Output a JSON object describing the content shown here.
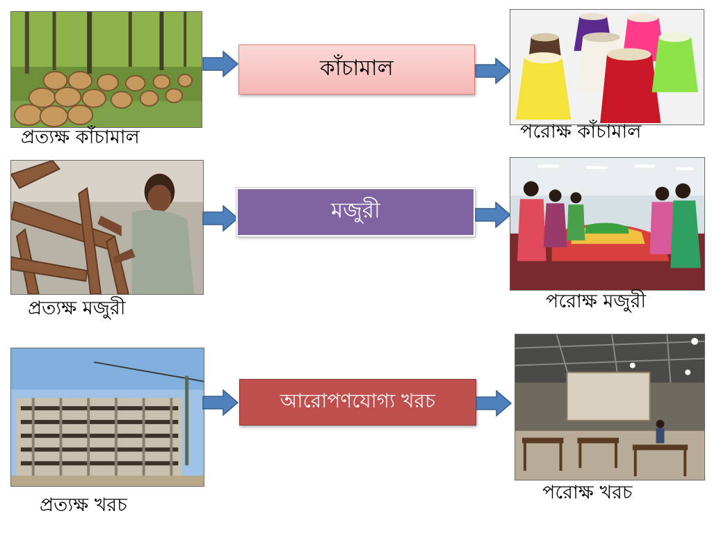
{
  "rows": [
    {
      "center_label": "কাঁচামাল",
      "direct_caption": "প্রত্যক্ষ কাঁচামাল",
      "indirect_caption": "পরোক্ষ কাঁচামাল",
      "direct_image": "timber-logs-photo",
      "indirect_image": "thread-spools-photo"
    },
    {
      "center_label": "মজুরী",
      "direct_caption": "প্রত্যক্ষ মজুরী",
      "indirect_caption": "পরোক্ষ মজুরী",
      "direct_image": "carpenter-working-photo",
      "indirect_image": "garment-workers-photo"
    },
    {
      "center_label": "আরোপণযোগ্য খরচ",
      "direct_caption": "প্রত্যক্ষ খরচ",
      "indirect_caption": "পরোক্ষ খরচ",
      "direct_image": "building-construction-photo",
      "indirect_image": "factory-floor-photo"
    }
  ],
  "colors": {
    "box_materials_fill": "#f8c9c7",
    "box_materials_border": "#e07a76",
    "box_labor_fill": "#8064a2",
    "box_overhead_fill": "#c0504d",
    "arrow_fill": "#4f81bd",
    "arrow_stroke": "#385d8a"
  }
}
